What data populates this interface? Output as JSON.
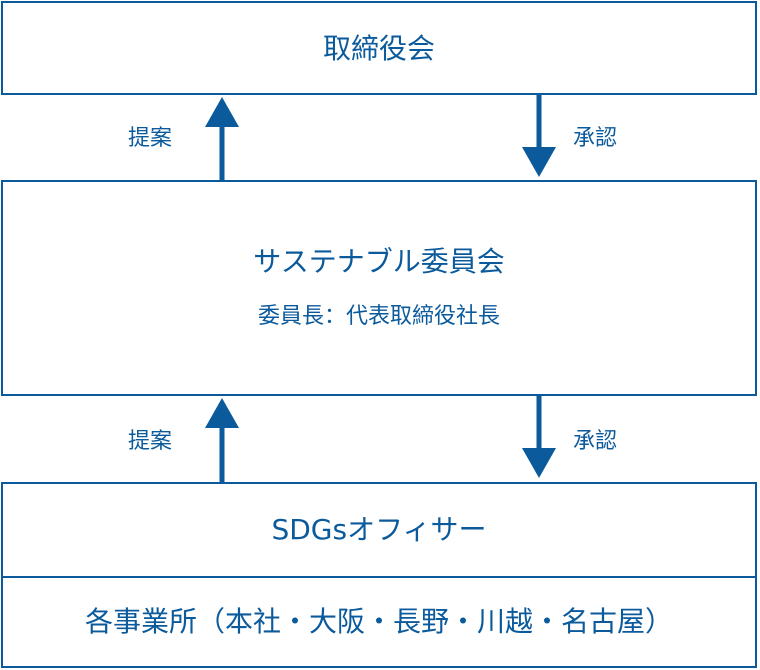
{
  "board": {
    "title": "取締役会"
  },
  "committee": {
    "title": "サステナブル委員会",
    "chair": "委員長：代表取締役社長"
  },
  "sdgs_officer": {
    "title": "SDGsオフィサー"
  },
  "offices": {
    "title": "各事業所（本社・大阪・長野・川越・名古屋）"
  },
  "flows": {
    "upper_propose": "提案",
    "upper_approve": "承認",
    "lower_propose": "提案",
    "lower_approve": "承認"
  },
  "colors": {
    "primary": "#0b5a9c"
  }
}
